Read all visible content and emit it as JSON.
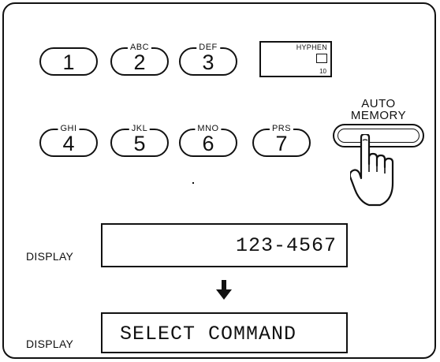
{
  "keys_row1": [
    {
      "num": "1",
      "letters": ""
    },
    {
      "num": "2",
      "letters": "ABC"
    },
    {
      "num": "3",
      "letters": "DEF"
    }
  ],
  "keys_row2": [
    {
      "num": "4",
      "letters": "GHI"
    },
    {
      "num": "5",
      "letters": "JKL"
    },
    {
      "num": "6",
      "letters": "MNO"
    },
    {
      "num": "7",
      "letters": "PRS"
    }
  ],
  "hyphen": {
    "label": "HYPHEN",
    "sub": "10"
  },
  "auto_memory": {
    "line1": "AUTO",
    "line2": "MEMORY"
  },
  "display_before": {
    "label": "DISPLAY",
    "value": "123-4567"
  },
  "display_after": {
    "label": "DISPLAY",
    "value": "SELECT COMMAND"
  },
  "icons": {
    "arrow": "arrow-down-icon",
    "hand": "pointing-hand-icon"
  }
}
